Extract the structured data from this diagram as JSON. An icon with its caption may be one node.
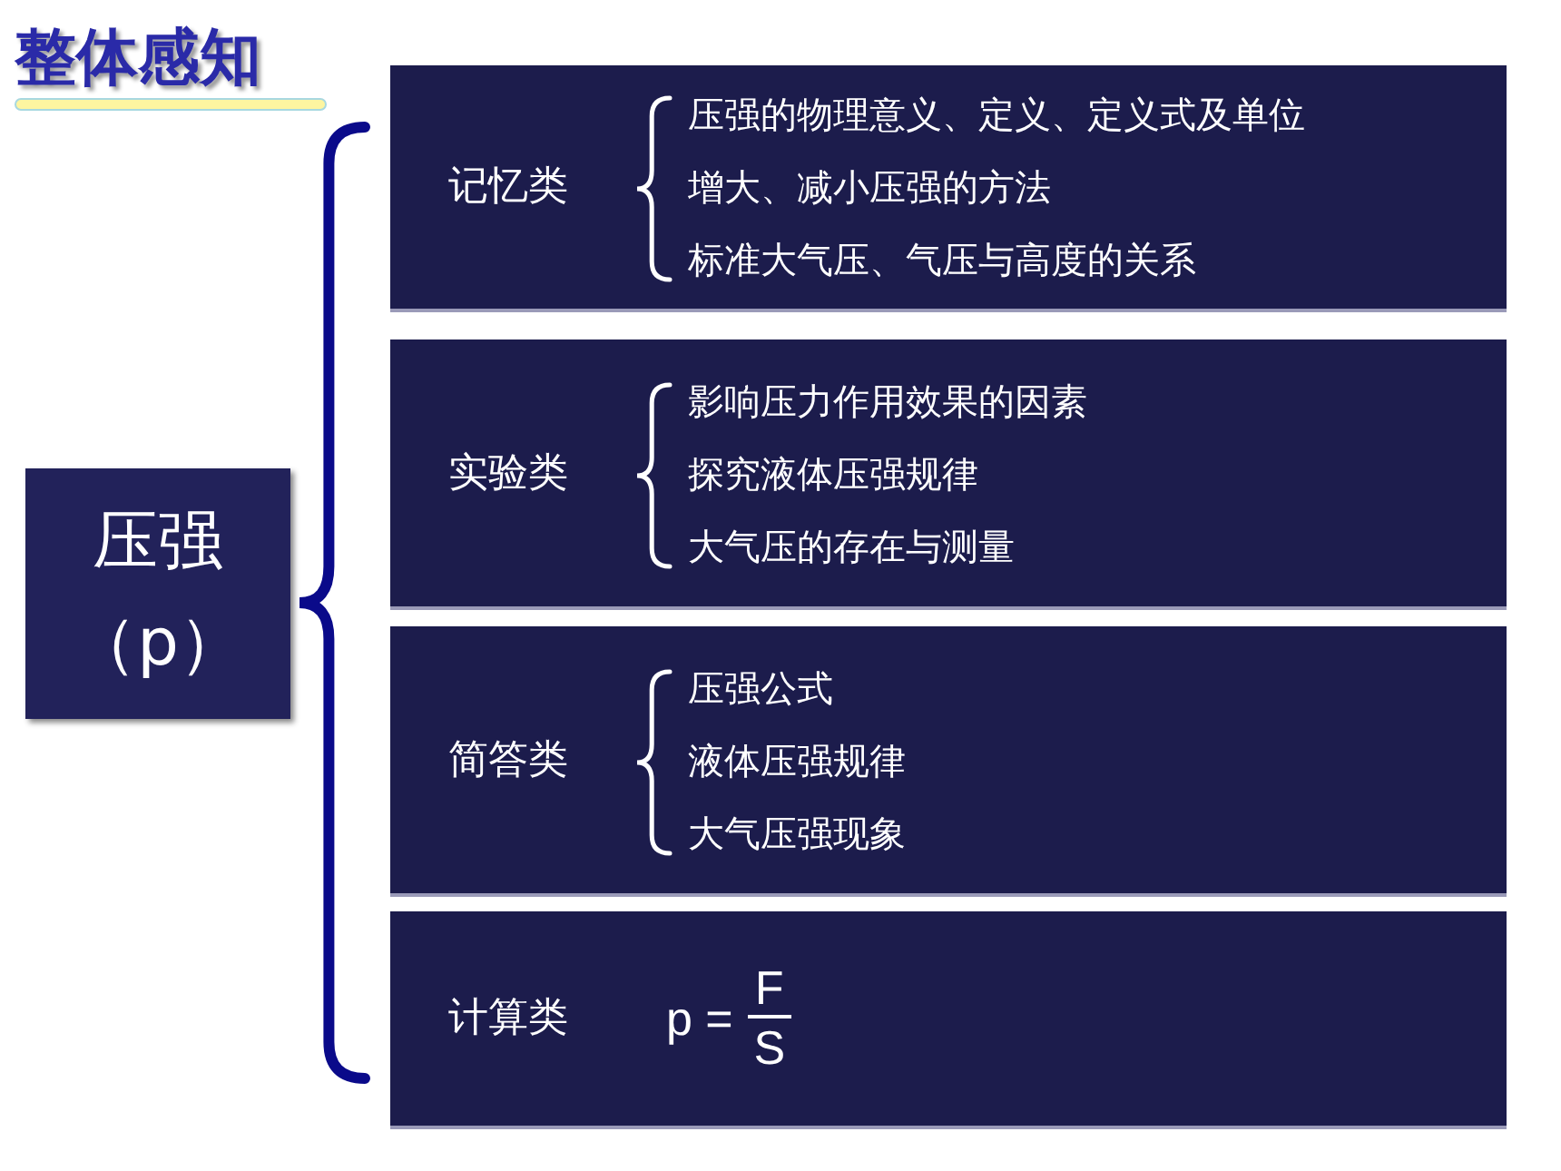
{
  "diagram": {
    "title": "整体感知",
    "nodes": [
      {
        "text": [
          "压强",
          "（p）"
        ]
      },
      {
        "text": [
          "记忆类",
          "压强的物理意义、定义、定义式及单位",
          "增大、减小压强的方法",
          "标准大气压、气压与高度的关系"
        ]
      },
      {
        "text": [
          "实验类",
          "影响压力作用效果的因素",
          "探究液体压强规律",
          "大气压的存在与测量"
        ]
      },
      {
        "text": [
          "简答类",
          "压强公式",
          "液体压强规律",
          "大气压强现象"
        ]
      },
      {
        "text": [
          "计算类",
          "p =",
          "F",
          "S"
        ]
      }
    ]
  }
}
